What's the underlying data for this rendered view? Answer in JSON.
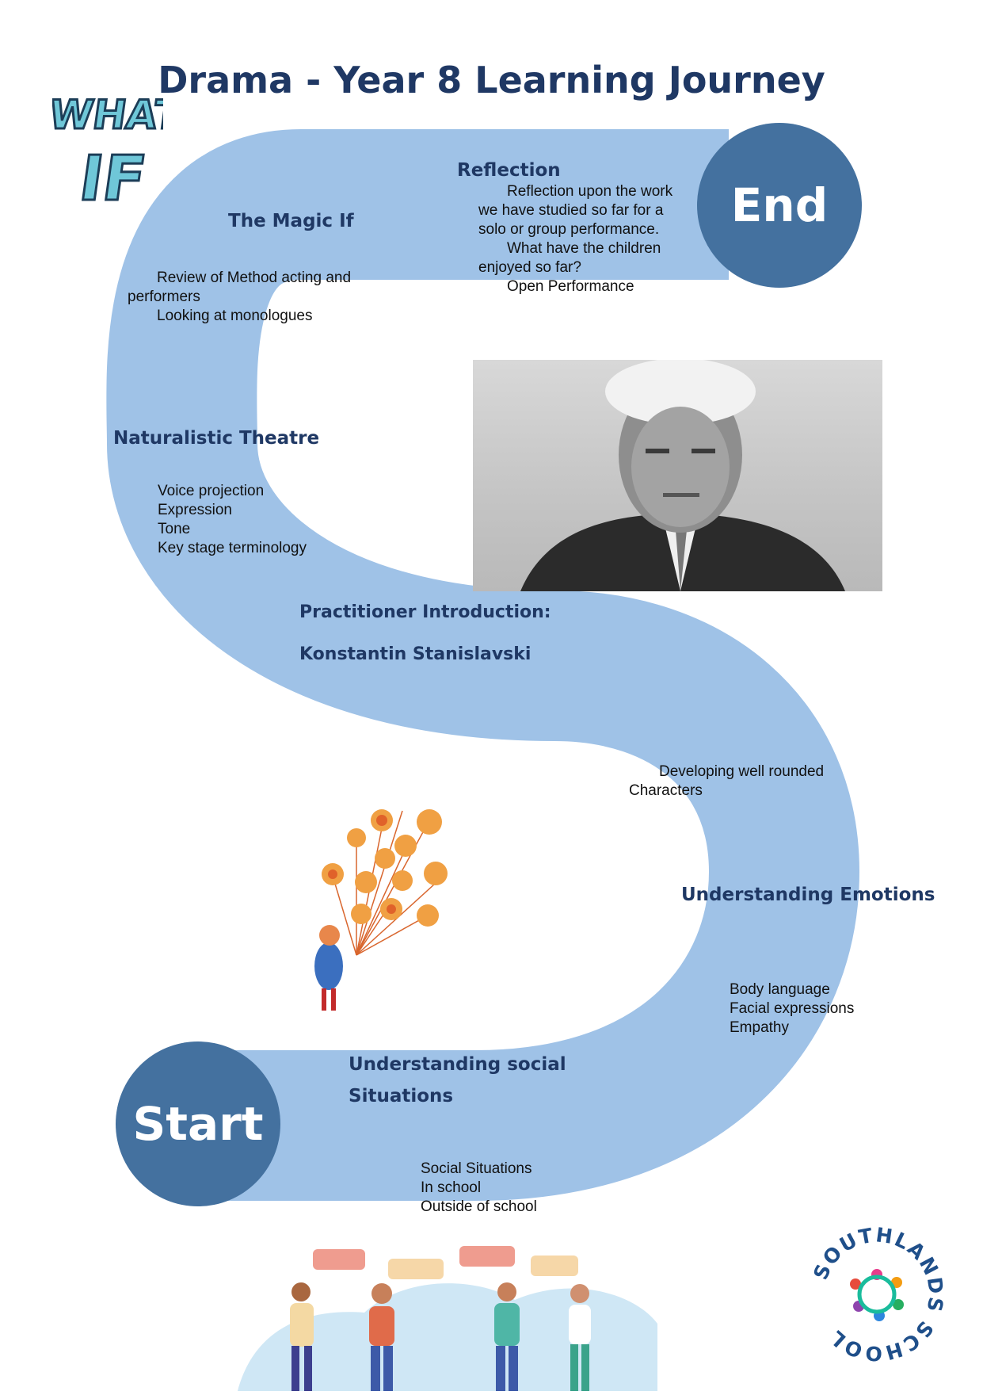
{
  "title": "Drama - Year 8 Learning Journey",
  "badges": {
    "start": "Start",
    "end": "End"
  },
  "logo_what_if": {
    "line1": "WHAT",
    "line2": "IF"
  },
  "logo_school": {
    "text": "SOUTHLANDS SCHOOL"
  },
  "sections": {
    "reflection": {
      "heading": "Reflection",
      "lines": [
        "Reflection upon the work",
        "we have studied so far for a",
        "solo or group performance.",
        "What have the children",
        "enjoyed so far?",
        "Open Performance"
      ]
    },
    "magic_if": {
      "heading": "The Magic If",
      "lines": [
        "Review of Method acting and",
        "performers",
        "Looking at monologues"
      ]
    },
    "naturalistic": {
      "heading": "Naturalistic Theatre",
      "lines": [
        "Voice projection",
        "Expression",
        "Tone",
        "Key stage terminology"
      ]
    },
    "practitioner": {
      "heading1": "Practitioner Introduction:",
      "heading2": "Konstantin Stanislavski"
    },
    "characters": {
      "lines": [
        "Developing well rounded",
        "Characters"
      ]
    },
    "emotions": {
      "heading": "Understanding Emotions",
      "lines": [
        "Body language",
        "Facial expressions",
        "Empathy"
      ]
    },
    "social": {
      "heading1": "Understanding social",
      "heading2": "Situations",
      "lines": [
        "Social Situations",
        "In school",
        "Outside of school"
      ]
    }
  },
  "colors": {
    "road": "#9fc2e7",
    "badge": "#44719f",
    "heading": "#1f3864"
  }
}
